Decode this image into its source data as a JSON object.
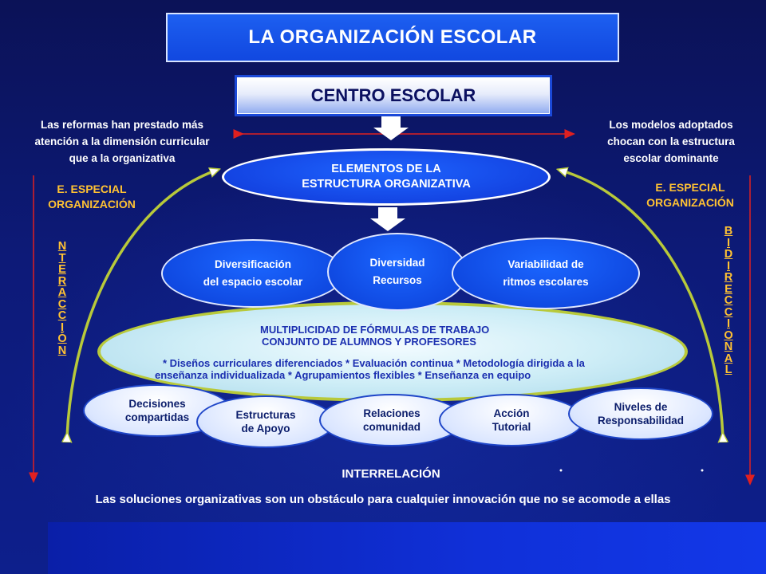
{
  "title": "LA ORGANIZACIÓN ESCOLAR",
  "centro": "CENTRO ESCOLAR",
  "left_note": [
    "Las reformas han prestado más",
    "atención a la dimensión curricular",
    "que a la organizativa"
  ],
  "right_note": [
    "Los modelos adoptados",
    "chocan con la estructura",
    "escolar dominante"
  ],
  "left_especial": [
    "E. ESPECIAL",
    "ORGANIZACIÓN"
  ],
  "right_especial": [
    "E. ESPECIAL",
    "ORGANIZACIÓN"
  ],
  "left_vertical": [
    "N",
    "T",
    "E",
    "R",
    "A",
    "C",
    "C",
    "I",
    "Ó",
    "N"
  ],
  "right_vertical": [
    "B",
    "I",
    "D",
    "I",
    "R",
    "E",
    "C",
    "C",
    "I",
    "O",
    "N",
    "A",
    "L"
  ],
  "elementos": [
    "ELEMENTOS DE LA",
    "ESTRUCTURA ORGANIZATIVA"
  ],
  "elements_row": [
    {
      "line1": "Diversificación",
      "line2": "del espacio escolar"
    },
    {
      "line1": "Diversidad",
      "line2": "Recursos"
    },
    {
      "line1": "Variabilidad de",
      "line2": "ritmos escolares"
    }
  ],
  "multiplicidad": {
    "line1": "MULTIPLICIDAD DE FÓRMULAS DE TRABAJO",
    "line2": "CONJUNTO DE ALUMNOS Y PROFESORES",
    "line3": "* Diseños curriculares diferenciados * Evaluación continua * Metodología dirigida a la",
    "line4": "enseñanza individualizada * Agrupamientos flexibles * Enseñanza en equipo"
  },
  "bottom_ovals": [
    {
      "line1": "Decisiones",
      "line2": "compartidas"
    },
    {
      "line1": "Estructuras",
      "line2": "de Apoyo"
    },
    {
      "line1": "Relaciones",
      "line2": "comunidad"
    },
    {
      "line1": "Acción",
      "line2": "Tutorial"
    },
    {
      "line1": "Niveles de",
      "line2": "Responsabilidad"
    }
  ],
  "interrelacion": "INTERRELACIÓN",
  "conclusion": "Las soluciones organizativas son un obstáculo para cualquier innovación que no se acomode a ellas",
  "colors": {
    "accent_yellow": "#ffc233",
    "arc_green": "#b8c93a",
    "arrow_red": "#e02020",
    "box_blue": "#1148e0"
  }
}
